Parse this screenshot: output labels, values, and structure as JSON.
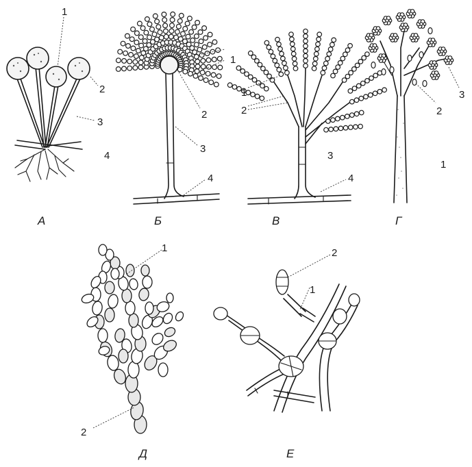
{
  "panels": [
    {
      "id": "A",
      "letter": "А",
      "labels": [
        "1",
        "2",
        "3",
        "4"
      ]
    },
    {
      "id": "B",
      "letter": "Б",
      "labels": [
        "1",
        "2",
        "3",
        "4"
      ]
    },
    {
      "id": "V",
      "letter": "В",
      "labels": [
        "1",
        "2",
        "3",
        "4"
      ]
    },
    {
      "id": "G",
      "letter": "Г",
      "labels": [
        "1",
        "2",
        "3"
      ]
    },
    {
      "id": "D",
      "letter": "Д",
      "labels": [
        "1",
        "2"
      ]
    },
    {
      "id": "E",
      "letter": "Е",
      "labels": [
        "1",
        "2"
      ]
    }
  ]
}
